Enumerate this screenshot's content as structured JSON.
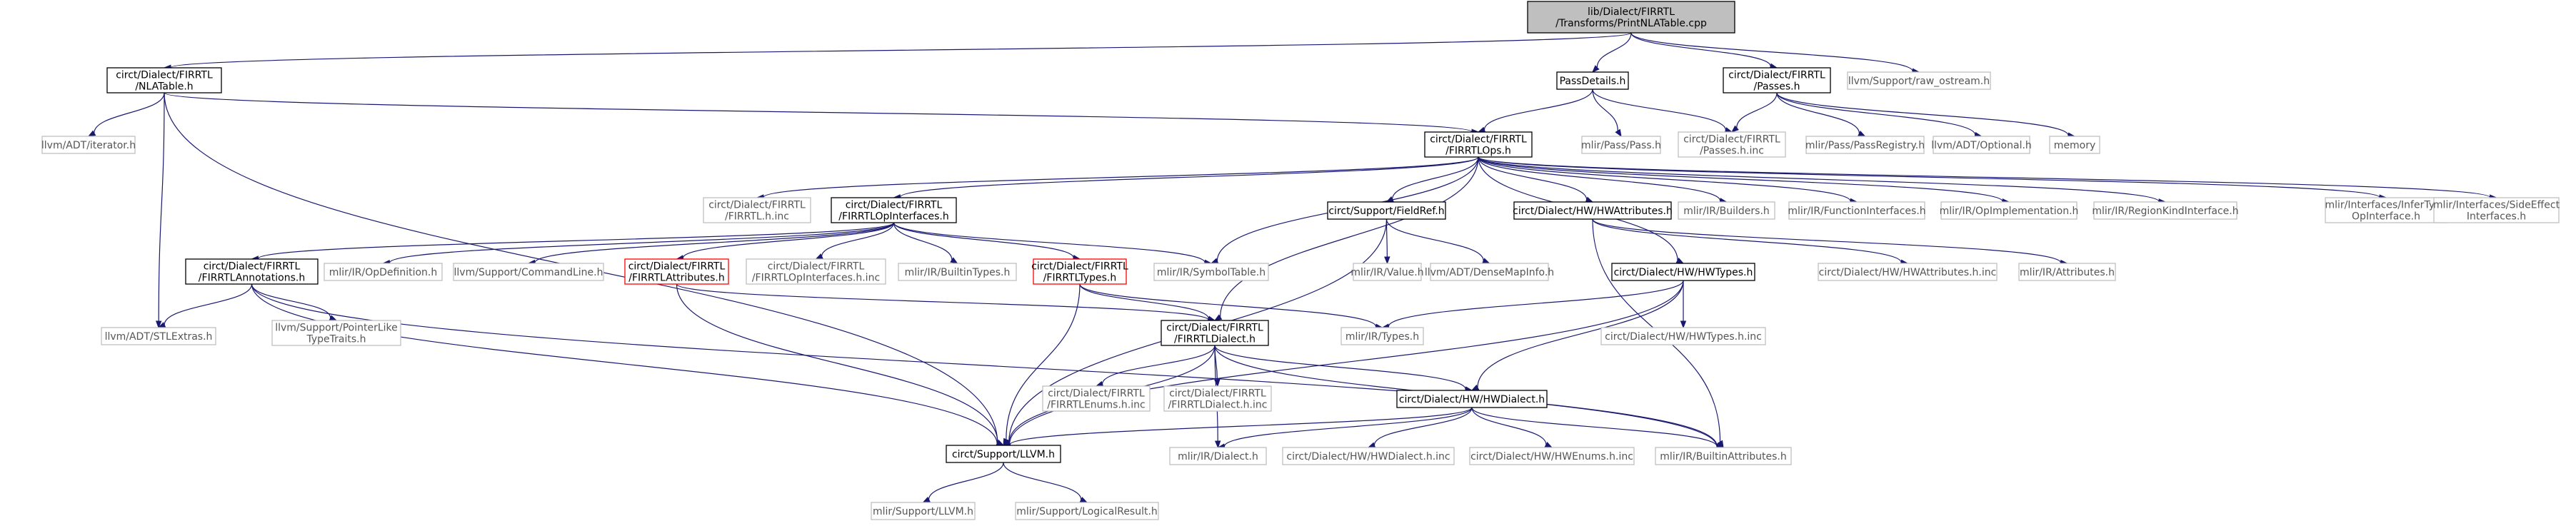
{
  "graph": {
    "title": "",
    "colors": {
      "root_fill": "#bfbfbf",
      "root_stroke": "#000000",
      "documented_stroke": "#000000",
      "external_stroke": "#bfbfbf",
      "external_text": "#555555",
      "truncated_stroke": "#ff0000",
      "edge": "#191970",
      "text": "#000000"
    },
    "nodes": [
      {
        "id": "root",
        "lines": [
          "lib/Dialect/FIRRTL",
          "/Transforms/PrintNLATable.cpp"
        ],
        "style": "root"
      },
      {
        "id": "nlatable",
        "lines": [
          "circt/Dialect/FIRRTL",
          "/NLATable.h"
        ],
        "style": "documented"
      },
      {
        "id": "passdetails",
        "lines": [
          "PassDetails.h"
        ],
        "style": "documented"
      },
      {
        "id": "passes",
        "lines": [
          "circt/Dialect/FIRRTL",
          "/Passes.h"
        ],
        "style": "documented"
      },
      {
        "id": "raw_ostream",
        "lines": [
          "llvm/Support/raw_ostream.h"
        ],
        "style": "external"
      },
      {
        "id": "iterator",
        "lines": [
          "llvm/ADT/iterator.h"
        ],
        "style": "external"
      },
      {
        "id": "firrtlops",
        "lines": [
          "circt/Dialect/FIRRTL",
          "/FIRRTLOps.h"
        ],
        "style": "documented"
      },
      {
        "id": "mlirpass",
        "lines": [
          "mlir/Pass/Pass.h"
        ],
        "style": "external"
      },
      {
        "id": "passesinc",
        "lines": [
          "circt/Dialect/FIRRTL",
          "/Passes.h.inc"
        ],
        "style": "external"
      },
      {
        "id": "passregistry",
        "lines": [
          "mlir/Pass/PassRegistry.h"
        ],
        "style": "external"
      },
      {
        "id": "optional",
        "lines": [
          "llvm/ADT/Optional.h"
        ],
        "style": "external"
      },
      {
        "id": "memory",
        "lines": [
          "memory"
        ],
        "style": "external"
      },
      {
        "id": "firrtlhinc",
        "lines": [
          "circt/Dialect/FIRRTL",
          "/FIRRTL.h.inc"
        ],
        "style": "external"
      },
      {
        "id": "firrtlopinterfaces",
        "lines": [
          "circt/Dialect/FIRRTL",
          "/FIRRTLOpInterfaces.h"
        ],
        "style": "documented"
      },
      {
        "id": "fieldref",
        "lines": [
          "circt/Support/FieldRef.h"
        ],
        "style": "documented"
      },
      {
        "id": "hwattributes",
        "lines": [
          "circt/Dialect/HW/HWAttributes.h"
        ],
        "style": "documented"
      },
      {
        "id": "builders",
        "lines": [
          "mlir/IR/Builders.h"
        ],
        "style": "external"
      },
      {
        "id": "functioninterfaces",
        "lines": [
          "mlir/IR/FunctionInterfaces.h"
        ],
        "style": "external"
      },
      {
        "id": "opimplementation",
        "lines": [
          "mlir/IR/OpImplementation.h"
        ],
        "style": "external"
      },
      {
        "id": "regionkind",
        "lines": [
          "mlir/IR/RegionKindInterface.h"
        ],
        "style": "external"
      },
      {
        "id": "infertype",
        "lines": [
          "mlir/Interfaces/InferType",
          "OpInterface.h"
        ],
        "style": "external"
      },
      {
        "id": "sideeffect",
        "lines": [
          "mlir/Interfaces/SideEffect",
          "Interfaces.h"
        ],
        "style": "external"
      },
      {
        "id": "firrtlannotations",
        "lines": [
          "circt/Dialect/FIRRTL",
          "/FIRRTLAnnotations.h"
        ],
        "style": "documented"
      },
      {
        "id": "opdefinition",
        "lines": [
          "mlir/IR/OpDefinition.h"
        ],
        "style": "external"
      },
      {
        "id": "commandline",
        "lines": [
          "llvm/Support/CommandLine.h"
        ],
        "style": "external"
      },
      {
        "id": "firrtlattributes",
        "lines": [
          "circt/Dialect/FIRRTL",
          "/FIRRTLAttributes.h"
        ],
        "style": "truncated"
      },
      {
        "id": "firrtlopinterfacesinc",
        "lines": [
          "circt/Dialect/FIRRTL",
          "/FIRRTLOpInterfaces.h.inc"
        ],
        "style": "external"
      },
      {
        "id": "builtintypes",
        "lines": [
          "mlir/IR/BuiltinTypes.h"
        ],
        "style": "external"
      },
      {
        "id": "firrtltypes",
        "lines": [
          "circt/Dialect/FIRRTL",
          "/FIRRTLTypes.h"
        ],
        "style": "truncated"
      },
      {
        "id": "symboltable",
        "lines": [
          "mlir/IR/SymbolTable.h"
        ],
        "style": "external"
      },
      {
        "id": "value",
        "lines": [
          "mlir/IR/Value.h"
        ],
        "style": "external"
      },
      {
        "id": "densemapinfo",
        "lines": [
          "llvm/ADT/DenseMapInfo.h"
        ],
        "style": "external"
      },
      {
        "id": "hwtypes",
        "lines": [
          "circt/Dialect/HW/HWTypes.h"
        ],
        "style": "documented"
      },
      {
        "id": "hwattributesinc",
        "lines": [
          "circt/Dialect/HW/HWAttributes.h.inc"
        ],
        "style": "external"
      },
      {
        "id": "mlirattributes",
        "lines": [
          "mlir/IR/Attributes.h"
        ],
        "style": "external"
      },
      {
        "id": "stlextras",
        "lines": [
          "llvm/ADT/STLExtras.h"
        ],
        "style": "external"
      },
      {
        "id": "pointerlike",
        "lines": [
          "llvm/Support/PointerLike",
          "TypeTraits.h"
        ],
        "style": "external"
      },
      {
        "id": "firrtldialect",
        "lines": [
          "circt/Dialect/FIRRTL",
          "/FIRRTLDialect.h"
        ],
        "style": "documented"
      },
      {
        "id": "mlirtypes",
        "lines": [
          "mlir/IR/Types.h"
        ],
        "style": "external"
      },
      {
        "id": "hwtypesinc",
        "lines": [
          "circt/Dialect/HW/HWTypes.h.inc"
        ],
        "style": "external"
      },
      {
        "id": "firrtlenumsinc",
        "lines": [
          "circt/Dialect/FIRRTL",
          "/FIRRTLEnums.h.inc"
        ],
        "style": "external"
      },
      {
        "id": "firrtldialectinc",
        "lines": [
          "circt/Dialect/FIRRTL",
          "/FIRRTLDialect.h.inc"
        ],
        "style": "external"
      },
      {
        "id": "hwdialect",
        "lines": [
          "circt/Dialect/HW/HWDialect.h"
        ],
        "style": "documented"
      },
      {
        "id": "circtllvm",
        "lines": [
          "circt/Support/LLVM.h"
        ],
        "style": "documented"
      },
      {
        "id": "mlirdialect",
        "lines": [
          "mlir/IR/Dialect.h"
        ],
        "style": "external"
      },
      {
        "id": "hwdialectinc",
        "lines": [
          "circt/Dialect/HW/HWDialect.h.inc"
        ],
        "style": "external"
      },
      {
        "id": "hwenumsinc",
        "lines": [
          "circt/Dialect/HW/HWEnums.h.inc"
        ],
        "style": "external"
      },
      {
        "id": "builtinattributes",
        "lines": [
          "mlir/IR/BuiltinAttributes.h"
        ],
        "style": "external"
      },
      {
        "id": "mlirllvm",
        "lines": [
          "mlir/Support/LLVM.h"
        ],
        "style": "external"
      },
      {
        "id": "logicalresult",
        "lines": [
          "mlir/Support/LogicalResult.h"
        ],
        "style": "external"
      }
    ],
    "edges": [
      [
        "root",
        "nlatable"
      ],
      [
        "root",
        "passdetails"
      ],
      [
        "root",
        "passes"
      ],
      [
        "root",
        "raw_ostream"
      ],
      [
        "nlatable",
        "iterator"
      ],
      [
        "nlatable",
        "firrtlops"
      ],
      [
        "nlatable",
        "stlextras"
      ],
      [
        "nlatable",
        "circtllvm"
      ],
      [
        "passdetails",
        "firrtlops"
      ],
      [
        "passdetails",
        "mlirpass"
      ],
      [
        "passdetails",
        "passesinc"
      ],
      [
        "passes",
        "passesinc"
      ],
      [
        "passes",
        "passregistry"
      ],
      [
        "passes",
        "optional"
      ],
      [
        "passes",
        "memory"
      ],
      [
        "firrtlops",
        "firrtlhinc"
      ],
      [
        "firrtlops",
        "firrtlopinterfaces"
      ],
      [
        "firrtlops",
        "fieldref"
      ],
      [
        "firrtlops",
        "hwattributes"
      ],
      [
        "firrtlops",
        "builders"
      ],
      [
        "firrtlops",
        "functioninterfaces"
      ],
      [
        "firrtlops",
        "opimplementation"
      ],
      [
        "firrtlops",
        "regionkind"
      ],
      [
        "firrtlops",
        "infertype"
      ],
      [
        "firrtlops",
        "sideeffect"
      ],
      [
        "firrtlops",
        "symboltable"
      ],
      [
        "firrtlops",
        "hwtypes"
      ],
      [
        "firrtlops",
        "firrtldialect"
      ],
      [
        "firrtlopinterfaces",
        "firrtlannotations"
      ],
      [
        "firrtlopinterfaces",
        "opdefinition"
      ],
      [
        "firrtlopinterfaces",
        "commandline"
      ],
      [
        "firrtlopinterfaces",
        "firrtlattributes"
      ],
      [
        "firrtlopinterfaces",
        "firrtlopinterfacesinc"
      ],
      [
        "firrtlopinterfaces",
        "builtintypes"
      ],
      [
        "firrtlopinterfaces",
        "firrtltypes"
      ],
      [
        "firrtlopinterfaces",
        "symboltable"
      ],
      [
        "fieldref",
        "value"
      ],
      [
        "fieldref",
        "densemapinfo"
      ],
      [
        "fieldref",
        "circtllvm"
      ],
      [
        "hwattributes",
        "hwattributesinc"
      ],
      [
        "hwattributes",
        "mlirattributes"
      ],
      [
        "hwattributes",
        "builtinattributes"
      ],
      [
        "firrtlannotations",
        "stlextras"
      ],
      [
        "firrtlannotations",
        "pointerlike"
      ],
      [
        "firrtlannotations",
        "circtllvm"
      ],
      [
        "firrtlannotations",
        "builtinattributes"
      ],
      [
        "firrtlattributes",
        "firrtldialect"
      ],
      [
        "firrtlattributes",
        "circtllvm"
      ],
      [
        "firrtltypes",
        "firrtldialect"
      ],
      [
        "firrtltypes",
        "mlirtypes"
      ],
      [
        "firrtltypes",
        "circtllvm"
      ],
      [
        "hwtypes",
        "mlirtypes"
      ],
      [
        "hwtypes",
        "hwtypesinc"
      ],
      [
        "hwtypes",
        "hwdialect"
      ],
      [
        "hwtypes",
        "circtllvm"
      ],
      [
        "firrtldialect",
        "firrtlenumsinc"
      ],
      [
        "firrtldialect",
        "firrtldialectinc"
      ],
      [
        "firrtldialect",
        "hwdialect"
      ],
      [
        "firrtldialect",
        "circtllvm"
      ],
      [
        "firrtldialect",
        "mlirdialect"
      ],
      [
        "firrtldialect",
        "builtinattributes"
      ],
      [
        "hwdialect",
        "circtllvm"
      ],
      [
        "hwdialect",
        "mlirdialect"
      ],
      [
        "hwdialect",
        "hwdialectinc"
      ],
      [
        "hwdialect",
        "hwenumsinc"
      ],
      [
        "hwdialect",
        "builtinattributes"
      ],
      [
        "circtllvm",
        "mlirllvm"
      ],
      [
        "circtllvm",
        "logicalresult"
      ]
    ]
  }
}
